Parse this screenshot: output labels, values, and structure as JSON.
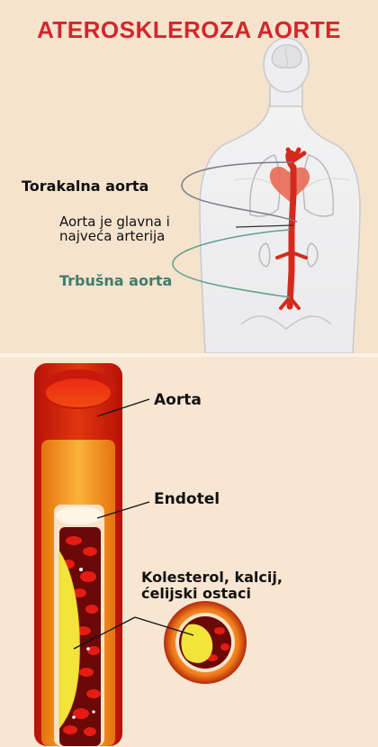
{
  "title": "ATEROSKLEROZA AORTE",
  "top": {
    "thoracic_label": "Torakalna aorta",
    "main_artery_line1": "Aorta je glavna i",
    "main_artery_line2": "najveća arterija",
    "abdominal_label": "Trbušna aorta"
  },
  "bottom": {
    "aorta_label": "Aorta",
    "endothel_label": "Endotel",
    "plaque_line1": "Kolesterol, kalcij,",
    "plaque_line2": "ćelijski ostaci"
  },
  "colors": {
    "title": "#d4262b",
    "abdominal_label": "#3f7d6b",
    "artery": "#d42a1e",
    "plaque": "#f2e43a",
    "body_outline": "#c9c9cc"
  }
}
